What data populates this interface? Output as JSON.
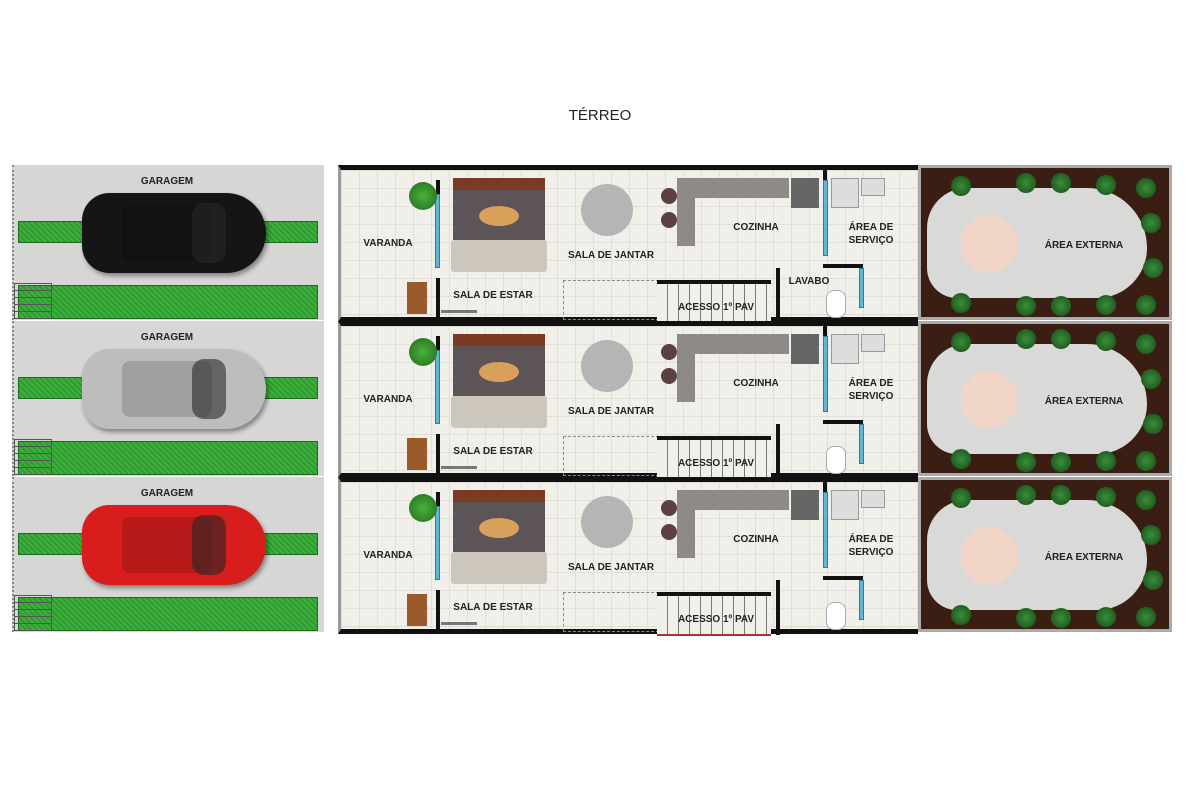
{
  "title": "TÉRREO",
  "units": [
    {
      "car_color": "#151515",
      "labels": {
        "garage": "GARAGEM",
        "porch": "VARANDA",
        "living": "SALA DE ESTAR",
        "dining": "SALA DE JANTAR",
        "stairs": "ACESSO 1º PAV",
        "kitchen": "COZINHA",
        "service": "ÁREA DE SERVIÇO",
        "outdoor": "ÁREA EXTERNA",
        "washroom": "LAVABO"
      }
    },
    {
      "car_color": "#bdbdbd",
      "labels": {
        "garage": "GARAGEM",
        "porch": "VARANDA",
        "living": "SALA DE ESTAR",
        "dining": "SALA DE JANTAR",
        "stairs": "ACESSO 1º PAV",
        "kitchen": "COZINHA",
        "service": "ÁREA DE SERVIÇO",
        "outdoor": "ÁREA EXTERNA"
      }
    },
    {
      "car_color": "#d81d1d",
      "labels": {
        "garage": "GARAGEM",
        "porch": "VARANDA",
        "living": "SALA DE ESTAR",
        "dining": "SALA DE JANTAR",
        "stairs": "ACESSO 1º PAV",
        "kitchen": "COZINHA",
        "service": "ÁREA DE SERVIÇO",
        "outdoor": "ÁREA EXTERNA"
      }
    }
  ]
}
